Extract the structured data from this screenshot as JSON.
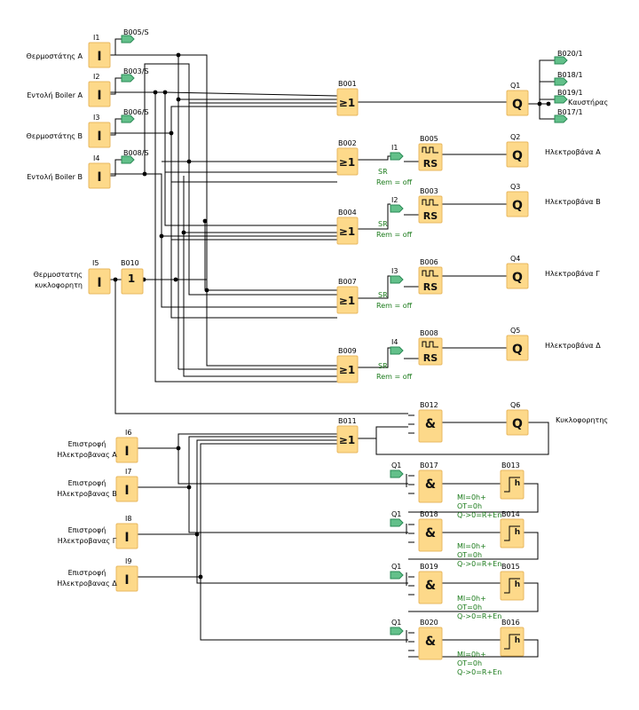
{
  "inputs": [
    {
      "id": "I1",
      "label": "Θερμοστάτης Α",
      "flag": "B005/S"
    },
    {
      "id": "I2",
      "label": "Εντολή Boiler A",
      "flag": "B003/S"
    },
    {
      "id": "I3",
      "label": "Θερμοστάτης Β",
      "flag": "B006/S"
    },
    {
      "id": "I4",
      "label": "Εντολή Boiler B",
      "flag": "B008/S"
    },
    {
      "id": "I5",
      "label_lines": [
        "Θερμοστατης",
        "κυκλοφορητη"
      ]
    },
    {
      "id": "I6",
      "label_lines": [
        "Επιστροφή",
        "Ηλεκτροβανας Α"
      ]
    },
    {
      "id": "I7",
      "label_lines": [
        "Επιστροφή",
        "Ηλεκτροβανας Β"
      ]
    },
    {
      "id": "I8",
      "label_lines": [
        "Επιστροφή",
        "Ηλεκτροβανας Γ"
      ]
    },
    {
      "id": "I9",
      "label_lines": [
        "Επιστροφή",
        "Ηλεκτροβανας Δ"
      ]
    }
  ],
  "not_block": {
    "id": "B010",
    "symbol": "1"
  },
  "or_blocks": [
    {
      "id": "B001",
      "symbol": "≥1"
    },
    {
      "id": "B002",
      "symbol": "≥1"
    },
    {
      "id": "B004",
      "symbol": "≥1"
    },
    {
      "id": "B007",
      "symbol": "≥1"
    },
    {
      "id": "B009",
      "symbol": "≥1"
    },
    {
      "id": "B011",
      "symbol": "≥1"
    }
  ],
  "latches": [
    {
      "id": "B005",
      "flag": "I1",
      "type": "SR",
      "rem": "Rem = off",
      "symbol": "RS"
    },
    {
      "id": "B003",
      "flag": "I2",
      "type": "SR",
      "rem": "Rem = off",
      "symbol": "RS"
    },
    {
      "id": "B006",
      "flag": "I3",
      "type": "SR",
      "rem": "Rem = off",
      "symbol": "RS"
    },
    {
      "id": "B008",
      "flag": "I4",
      "type": "SR",
      "rem": "Rem = off",
      "symbol": "RS"
    }
  ],
  "outputs": [
    {
      "id": "Q1",
      "label": "Καυστήρας",
      "flags": [
        "B020/1",
        "B018/1",
        "B019/1",
        "B017/1"
      ]
    },
    {
      "id": "Q2",
      "label": "Ηλεκτροβάνα Α"
    },
    {
      "id": "Q3",
      "label": "Ηλεκτροβάνα Β"
    },
    {
      "id": "Q4",
      "label": "Ηλεκτροβάνα Γ"
    },
    {
      "id": "Q5",
      "label": "Ηλεκτροβάνα Δ"
    },
    {
      "id": "Q6",
      "label": "Κυκλοφορητης"
    }
  ],
  "and_blocks": [
    {
      "id": "B012",
      "symbol": "&"
    },
    {
      "id": "B017",
      "symbol": "&",
      "flag": "Q1"
    },
    {
      "id": "B018",
      "symbol": "&",
      "flag": "Q1"
    },
    {
      "id": "B019",
      "symbol": "&",
      "flag": "Q1"
    },
    {
      "id": "B020",
      "symbol": "&",
      "flag": "Q1"
    }
  ],
  "timers": [
    {
      "id": "B013",
      "params": [
        "MI=0h+",
        "OT=0h",
        "Q->0=R+En"
      ]
    },
    {
      "id": "B014",
      "params": [
        "MI=0h+",
        "OT=0h",
        "Q->0=R+En"
      ]
    },
    {
      "id": "B015",
      "params": [
        "MI=0h+",
        "OT=0h",
        "Q->0=R+En"
      ]
    },
    {
      "id": "B016",
      "params": [
        "MI=0h+",
        "OT=0h",
        "Q->0=R+En"
      ]
    }
  ],
  "symbols": {
    "input": "I",
    "output": "Q",
    "timer": "h"
  },
  "colors": {
    "block_fill": "#fdd98a",
    "flag_fill": "#63c08a",
    "param_text": "#1a7a1a",
    "wire": "#000000"
  }
}
